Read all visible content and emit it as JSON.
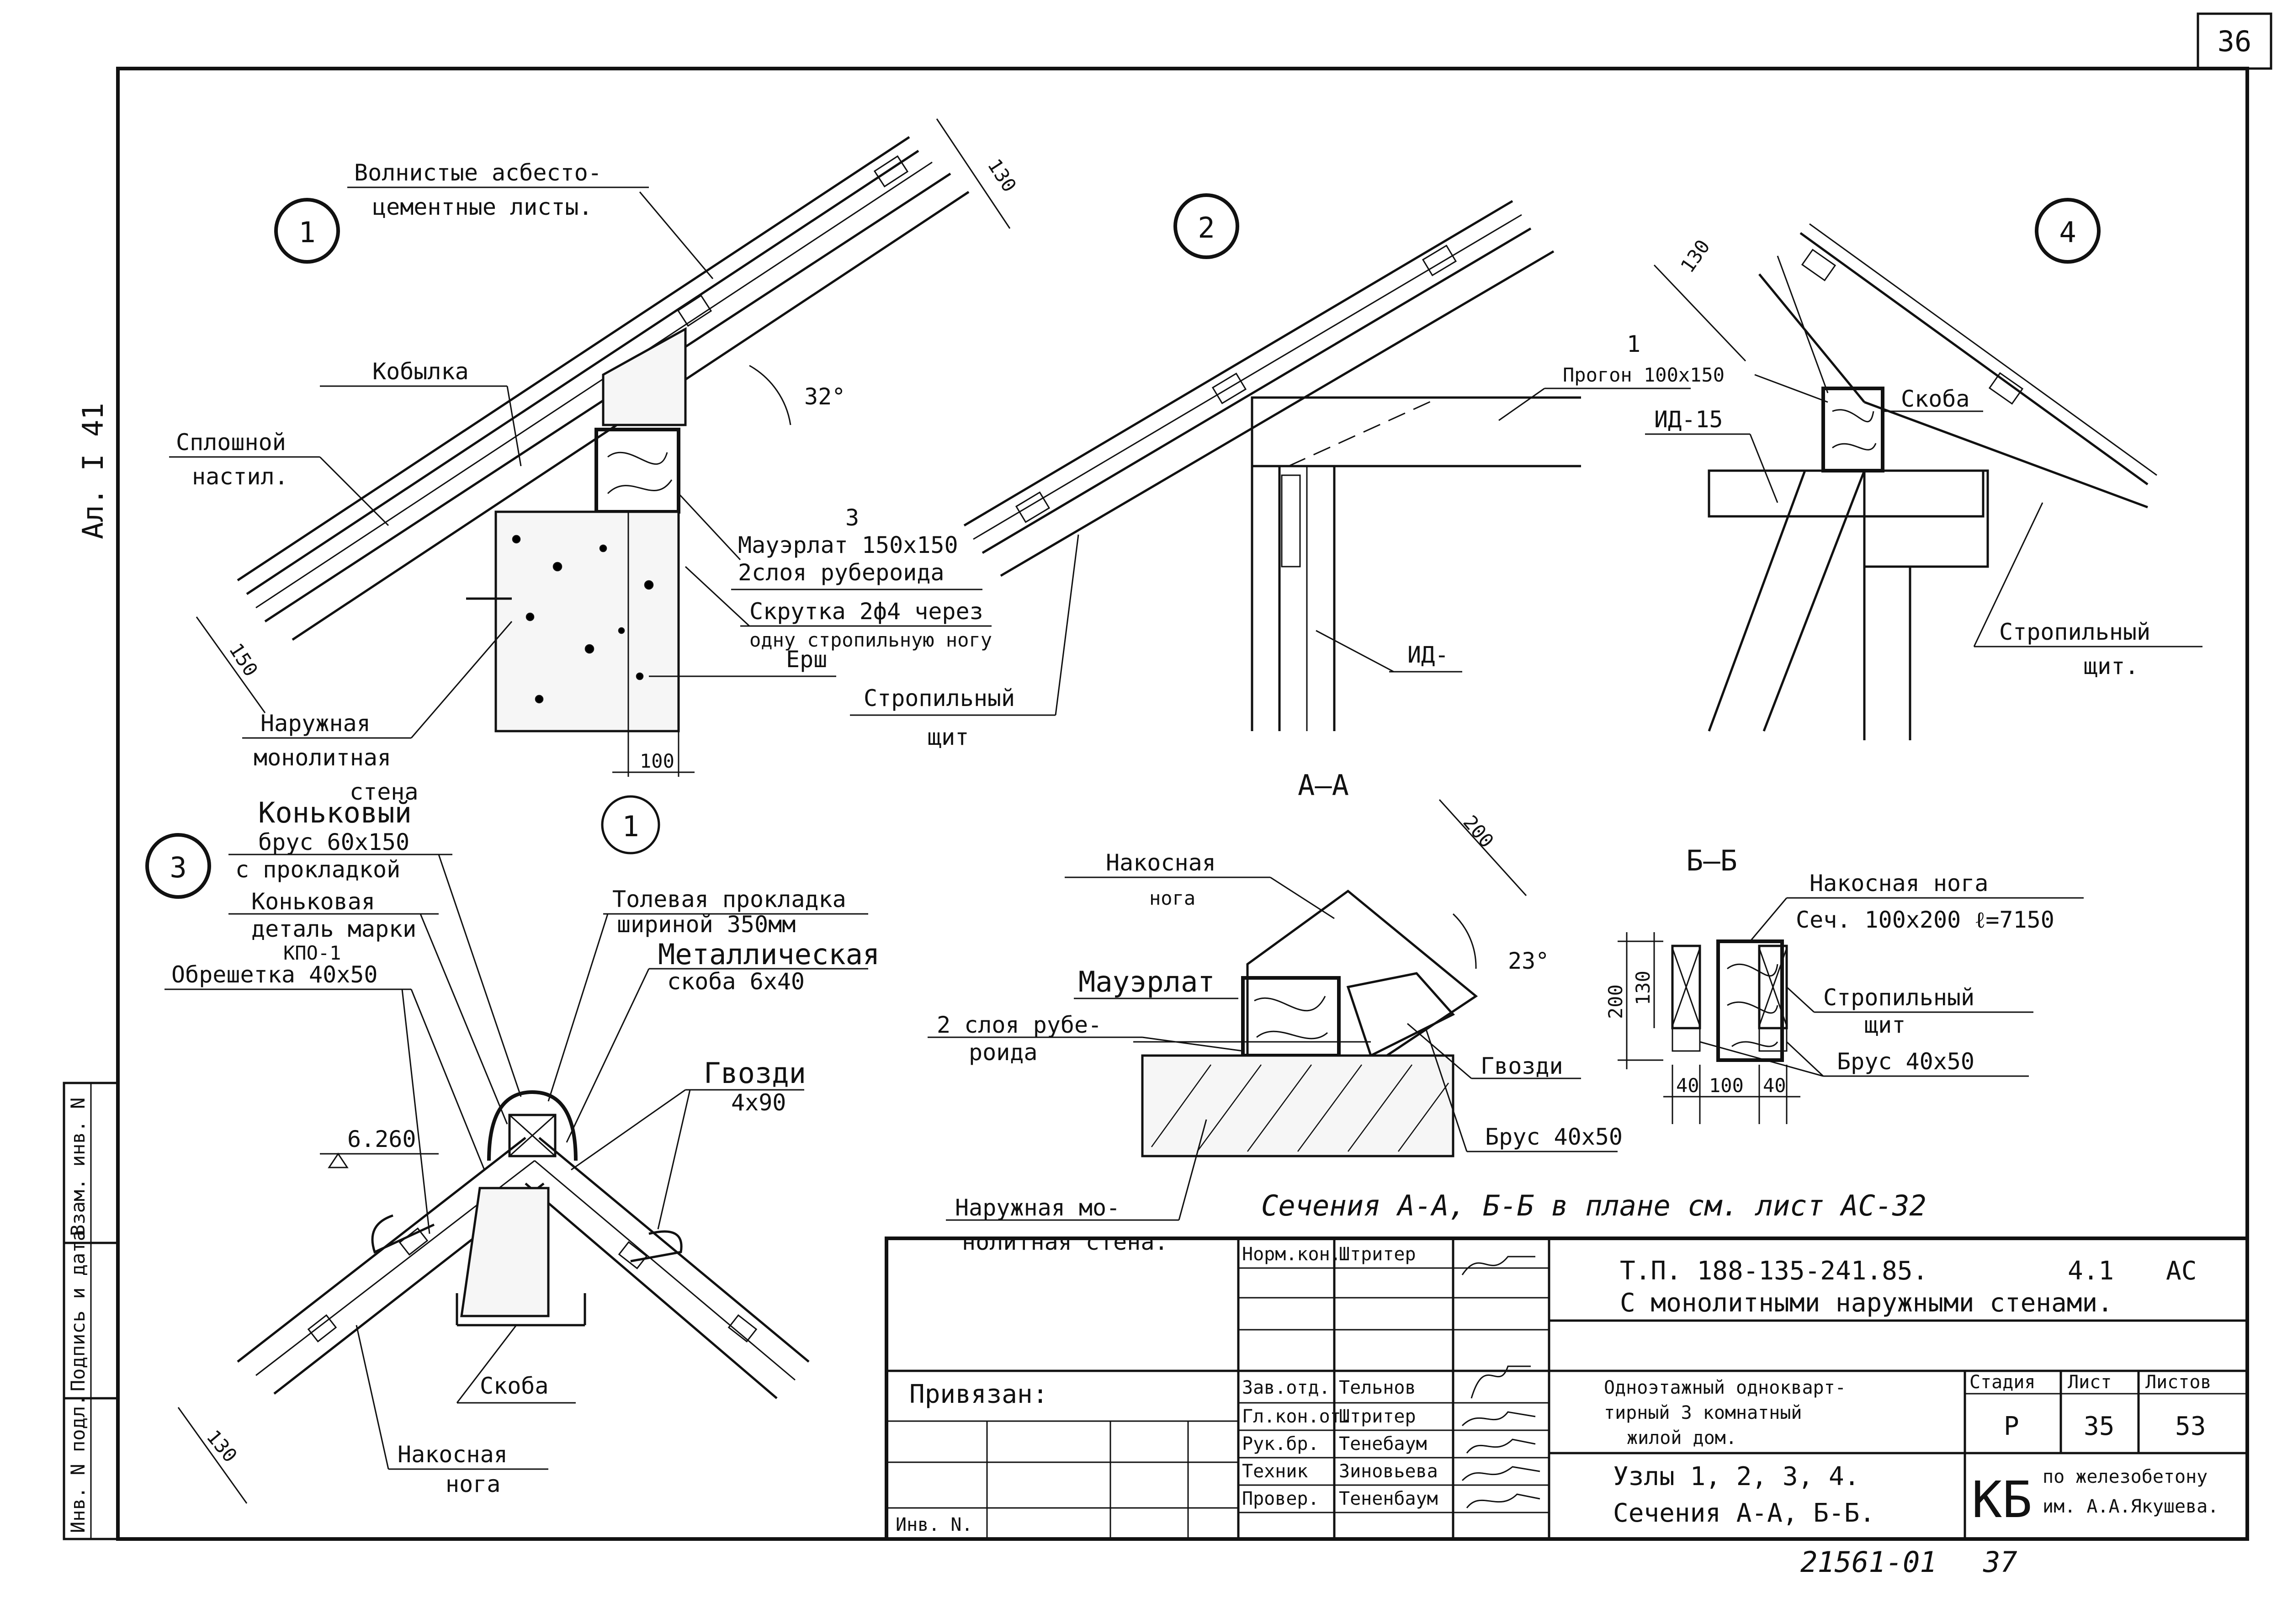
{
  "sheet_number": "36",
  "side_stamp": "Ал. I 41",
  "node1": {
    "number": "1",
    "asbestos_sheets_l1": "Волнистые асбесто-",
    "asbestos_sheets_l2": "цементные листы.",
    "kobylka": "Кобылка",
    "solid_deck_l1": "Сплошной",
    "solid_deck_l2": "настил.",
    "angle": "32°",
    "dim_130": "130",
    "dim_150": "150",
    "dim_100": "100",
    "mauerlat_num": "3",
    "mauerlat": "Мауэрлат 150x150",
    "roofing_layers": "2слоя рубероида",
    "twist_l1": "Скрутка 2ф4 через",
    "twist_l2": "одну стропильную ногу",
    "ersh": "Ерш",
    "wall_l1": "Наружная",
    "wall_l2": "монолитная",
    "wall_l3": "стена",
    "section_ref": "1"
  },
  "node2": {
    "number": "2",
    "purlin_num": "1",
    "purlin": "Прогон 100x150",
    "rafter_panel_l1": "Стропильный",
    "rafter_panel_l2": "щит",
    "id_label": "ИД-",
    "section_title": "А—А"
  },
  "node4": {
    "number": "4",
    "dim_130": "130",
    "skoba": "Скоба",
    "id15": "ИД-15",
    "rafter_panel_l1": "Стропильный",
    "rafter_panel_l2": "щит."
  },
  "node3": {
    "number": "3",
    "ridge_beam_l1": "Коньковый",
    "ridge_beam_l2": "брус 60x150",
    "ridge_beam_l3": "с прокладкой",
    "ridge_detail_l1": "Коньковая",
    "ridge_detail_l2": "деталь марки",
    "ridge_detail_l3": "КПО-1",
    "lathing": "Обрешетка 40x50",
    "tar_l1": "Толевая прокладка",
    "tar_l2": "шириной 350мм",
    "metal_l1": "Металлическая",
    "metal_l2": "скоба 6x40",
    "nails_l1": "Гвозди",
    "nails_l2": "4x90",
    "level": "6.260",
    "skoba": "Скоба",
    "hip_l1": "Накосная",
    "hip_l2": "нога",
    "dim_130": "130"
  },
  "section_hip": {
    "hip_l1": "Накосная",
    "hip_l2": "нога",
    "dim_200": "200",
    "angle": "23°",
    "mauerlat": "Мауэрлат",
    "roofing_l1": "2 слоя рубе-",
    "roofing_l2": "роида",
    "nails": "Гвозди",
    "bar": "Брус 40x50",
    "wall_l1": "Наружная мо-",
    "wall_l2": "нолитная стена."
  },
  "section_bb": {
    "title": "Б—Б",
    "hip_l1": "Накосная нога",
    "hip_l2": "Сеч. 100x200 ℓ=7150",
    "panel_l1": "Стропильный",
    "panel_l2": "щит",
    "bar": "Брус 40x50",
    "dim_200": "200",
    "dim_130": "130",
    "dim_40a": "40",
    "dim_100": "100",
    "dim_40b": "40"
  },
  "note": "Сечения А-А, Б-Б в плане см. лист АС-32",
  "title_block": {
    "project": "Т.П. 188-135-241.85.",
    "album": "4.1",
    "mark": "АС",
    "subtitle": "С монолитными наружными стенами.",
    "building_l1": "Одноэтажный однокварт-",
    "building_l2": "тирный 3 комнатный",
    "building_l3": "жилой дом.",
    "sheet_l1": "Узлы 1, 2, 3, 4.",
    "sheet_l2": "Сечения А-А, Б-Б.",
    "stage_h": "Стадия",
    "sheet_h": "Лист",
    "sheets_h": "Листов",
    "stage": "Р",
    "sheet": "35",
    "sheets": "53",
    "org_mark": "КБ",
    "org_l1": "по железобетону",
    "org_l2": "им. А.А.Якушева.",
    "privyazan": "Привязан:",
    "inv": "Инв. N.",
    "roles": [
      {
        "role": "Норм.кон.",
        "name": "Штритер"
      },
      {
        "role": "Зав.отд.",
        "name": "Тельнов"
      },
      {
        "role": "Гл.кон.от.",
        "name": "Штритер"
      },
      {
        "role": "Рук.бр.",
        "name": "Тенебаум"
      },
      {
        "role": "Техник",
        "name": "Зиновьева"
      },
      {
        "role": "Провер.",
        "name": "Тененбаум"
      }
    ]
  },
  "side_cols": [
    "Инв. N подл.",
    "Подпись и дата",
    "Взам. инв. N"
  ],
  "bottom_code": "21561-01",
  "bottom_num": "37"
}
